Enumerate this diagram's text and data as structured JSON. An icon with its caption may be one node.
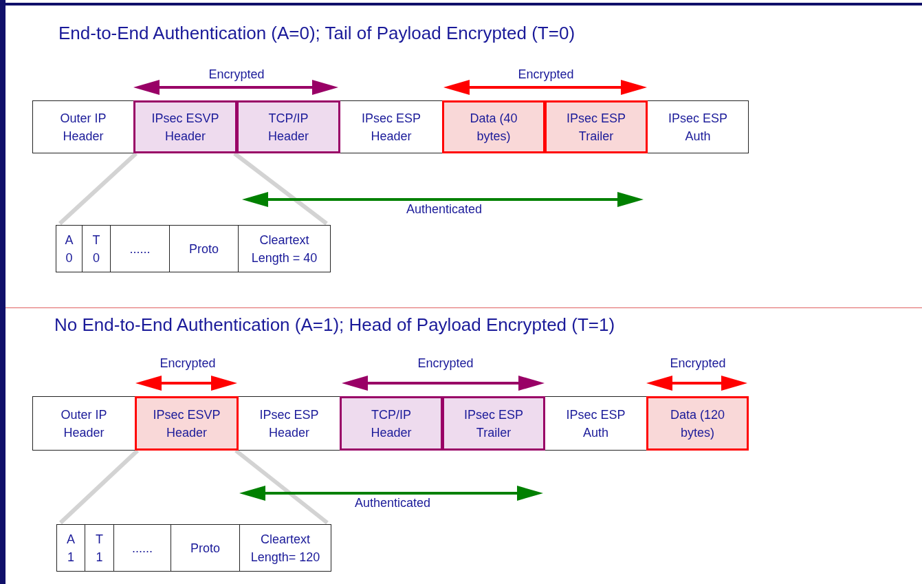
{
  "diagram": {
    "nodes": [
      {
        "text": [
          "Outer IP Header"
        ]
      },
      {
        "text": [
          "IPsec ESVP Header"
        ]
      },
      {
        "text": [
          "TCP/IP Header"
        ]
      },
      {
        "text": [
          "IPsec ESP Header"
        ]
      },
      {
        "text": [
          "Data (40 bytes)"
        ]
      },
      {
        "text": [
          "IPsec ESP Trailer"
        ]
      },
      {
        "text": [
          "IPsec ESP Auth"
        ]
      },
      {
        "text": [],
        "shape": "box"
      },
      {
        "text": [
          "A 0"
        ],
        "in": 7
      },
      {
        "text": [
          "T 0"
        ],
        "in": 7
      },
      {
        "text": [
          "......"
        ],
        "in": 7
      },
      {
        "text": [
          "Proto"
        ],
        "in": 7
      },
      {
        "text": [
          "Cleartext Length = 40"
        ],
        "in": 7
      },
      {
        "text": [
          "Outer IP Header"
        ]
      },
      {
        "text": [
          "IPsec ESVP Header"
        ]
      },
      {
        "text": [
          "IPsec ESP Header"
        ]
      },
      {
        "text": [
          "TCP/IP Header"
        ]
      },
      {
        "text": [
          "IPsec ESP Trailer"
        ]
      },
      {
        "text": [
          "IPsec ESP Auth"
        ]
      },
      {
        "text": [
          "Data (120 bytes)"
        ]
      },
      {
        "text": [],
        "shape": "box"
      },
      {
        "text": [
          "A 1"
        ],
        "in": 20
      },
      {
        "text": [
          "T 1"
        ],
        "in": 20
      },
      {
        "text": [
          "......"
        ],
        "in": 20
      },
      {
        "text": [
          "Proto"
        ],
        "in": 20
      },
      {
        "text": [
          "Cleartext Length= 120"
        ],
        "in": 20
      }
    ],
    "edges": [
      {
        "from": 1,
        "to": 7,
        "arrow": "none"
      },
      {
        "from": 1,
        "to": 7,
        "arrow": "none"
      },
      {
        "from": 14,
        "to": 20,
        "arrow": "none"
      },
      {
        "from": 14,
        "to": 20,
        "arrow": "none"
      }
    ],
    "labels": [
      "End-to-End Authentication (A=0); Tail of Payload Encrypted (T=0)",
      "Encrypted",
      "Encrypted",
      "Authenticated",
      "No End-to-End Authentication (A=1); Head of Payload Encrypted (T=1)",
      "Encrypted",
      "Encrypted",
      "Encrypted",
      "Authenticated"
    ]
  }
}
